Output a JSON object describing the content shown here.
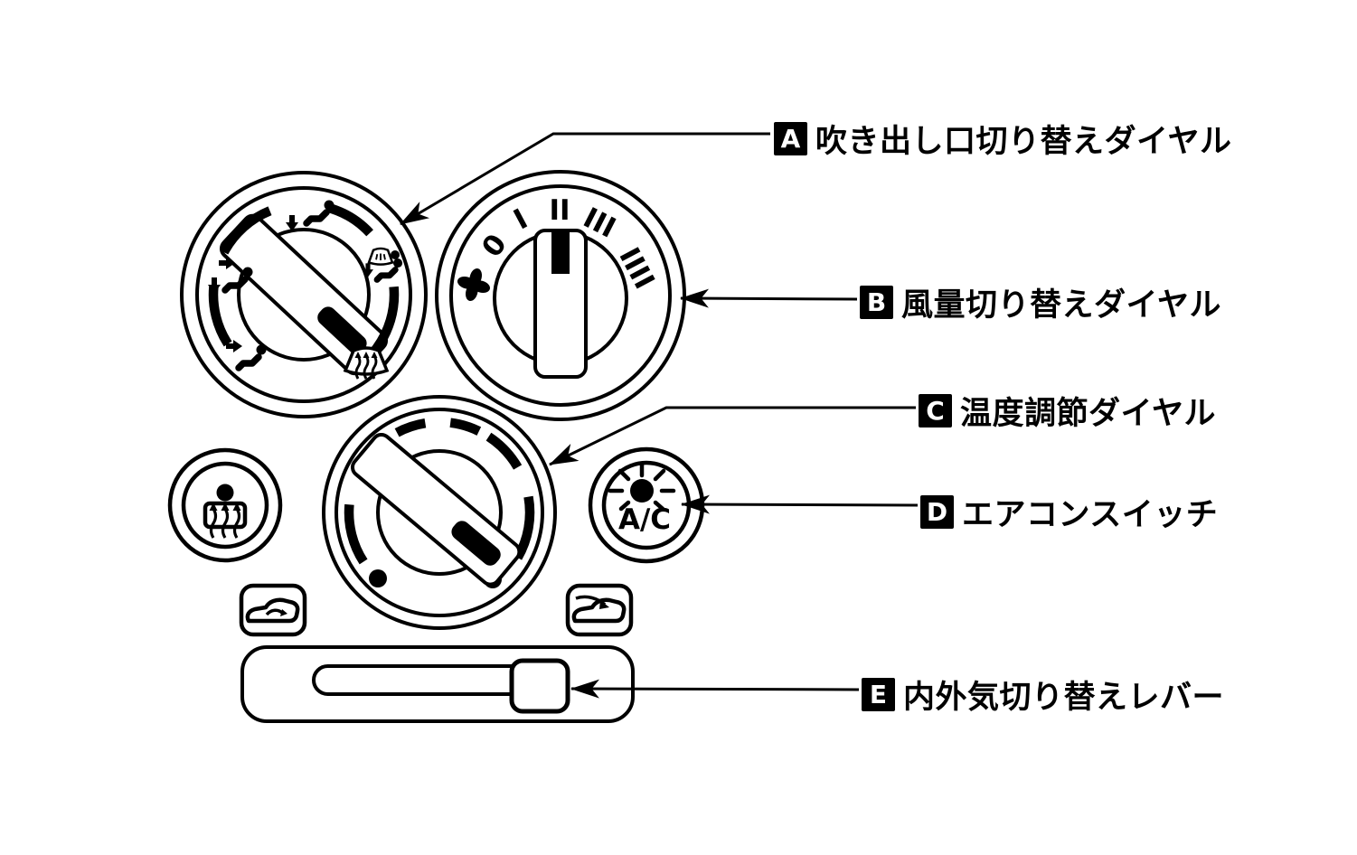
{
  "colors": {
    "ink": "#000000",
    "paper": "#ffffff"
  },
  "callouts": [
    {
      "key": "A",
      "text": "吹き出し口切り替えダイヤル"
    },
    {
      "key": "B",
      "text": "風量切り替えダイヤル"
    },
    {
      "key": "C",
      "text": "温度調節ダイヤル"
    },
    {
      "key": "D",
      "text": "エアコンスイッチ"
    },
    {
      "key": "E",
      "text": "内外気切り替えレバー"
    }
  ],
  "controls": {
    "outlet_dial": {
      "icons": [
        "face-vent-icon",
        "bilevel-vent-icon",
        "foot-vent-icon",
        "foot-defrost-icon",
        "defrost-icon"
      ]
    },
    "fan_dial": {
      "marks": [
        "0",
        "I",
        "II",
        "III",
        "IIII"
      ],
      "icon": "fan-icon"
    },
    "temp_dial": {
      "icons": [
        "cool-dot-icon",
        "warm-dot-icon"
      ]
    },
    "ac_switch": {
      "label": "A/C",
      "icon": "ac-indicator-icon"
    },
    "rear_defogger_switch": {
      "icon": "rear-defogger-icon"
    },
    "recirculation_button": {
      "icon": "recirculated-air-car-icon"
    },
    "outside_air_button": {
      "icon": "outside-air-car-icon"
    }
  }
}
